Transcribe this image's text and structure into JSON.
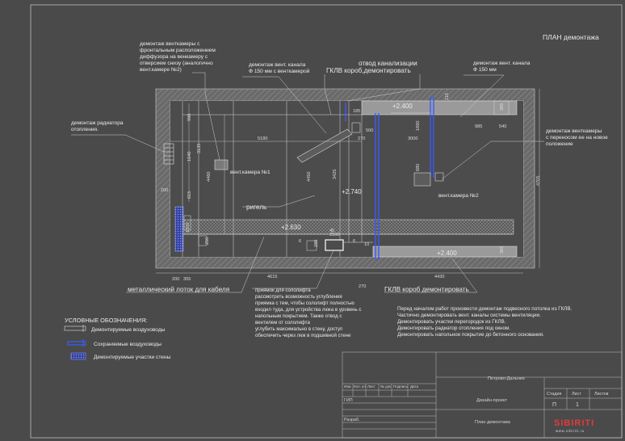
{
  "title": "ПЛАН демонтажа",
  "notes": {
    "vent_front_lines": [
      "демонтаж венткамеры с",
      "фронтальным расположением",
      "диффузора на венкамеру с",
      "отверсием снизу (аналогично",
      "вент.камере №2)"
    ],
    "vent_channel_1_lines": [
      "демонтаж вент. канала",
      "Ф 150 мм  с венткамерой"
    ],
    "sewer_outlet": "отвод канализации",
    "gklv_box_top": "ГКЛВ короб,демонтировать",
    "vent_channel_2_lines": [
      "демонтаж вент. канала",
      "Ф 150 мм"
    ],
    "radiator_lines": [
      "демонтаж радиатора",
      "отопления."
    ],
    "vent_move_lines": [
      "демонтаж венткамеры",
      "с переносом ее на новое",
      "положение"
    ],
    "beam": "ригель",
    "vent_chamber_1": "вент.камера №1",
    "vent_chamber_2": "вент.камера №2",
    "metal_tray": "металлический лоток для кабеля",
    "gklv_box_bottom": "ГКЛВ короб демонтировать",
    "sololift_lines": [
      "приямок для сололифта",
      "рассмотреть возможность углубления",
      "приямка с тем, чтобы сололифт полностью",
      "входил туда, для устройства люка в уровень с",
      "напольным покрытием. Также отвод с",
      "вентилем от сололифта",
      "углубить максимально в стену, доступ",
      "обеспечить через люк в подшивной стене"
    ],
    "general_lines": [
      "Перед началом работ произвести демонтаж подвесного потолка из ГКЛВ.",
      "Частично демонтировать вент. каналы системы вентиляции.",
      "Демонтировать участки перегородок из ГКЛВ.",
      "Демонтировать радиатор отопления под окном.",
      "Демонтировать напольное покрытие до бетонного основания."
    ]
  },
  "elevations": {
    "e1": "+2.400",
    "e2": "+2.740",
    "e3": "+2.630",
    "e4": "+2.400"
  },
  "dimensions": {
    "d5180": "5180",
    "d3000": "3000",
    "d4615": "4615",
    "d4430": "4430",
    "d4705": "4705",
    "d4460": "4460",
    "d4450": "4450",
    "d3425": "3425",
    "d3135": "3135",
    "d1640": "1640",
    "d990": "990",
    "d615": "615",
    "d1660": "1660",
    "d680": "680",
    "d985": "985",
    "d540": "540",
    "d385": "385",
    "d365": "365",
    "d185": "185",
    "d500": "500",
    "d270a": "270",
    "d270b": "270",
    "d200": "200",
    "d250": "250",
    "d280": "280",
    "d115": "115",
    "d1300": "1300",
    "d200b": "200",
    "d355": "355",
    "d6a": "6",
    "d6b": "6",
    "d2560": "2560",
    "d45": "45",
    "d10": "10"
  },
  "legend": {
    "heading": "УСЛОВНЫЕ ОБОЗНАЧЕНИЯ:",
    "demolish_duct": "Демонтируемые воздуховоды",
    "keep_duct": "Сохраняемые воздуховоды",
    "demolish_wall": "Демонтируемые участки стены"
  },
  "title_block": {
    "headers": [
      "Изм.",
      "Кол. уч",
      "Лист",
      "№ док",
      "Подпись",
      "Дата"
    ],
    "gip": "ГИП",
    "developer": "Разраб.",
    "object": "Петрово-Дальнее",
    "project": "Дизайн-проект",
    "sheet_name": "План демонтажа",
    "stage_h": "Стадия",
    "sheet_h": "Лист",
    "sheets_h": "Листов",
    "stage": "П",
    "sheet": "1",
    "brand": "SIBIRITI",
    "brand_url": "www.sibiriti.ru"
  },
  "colors": {
    "background": "#4a4a4a",
    "demolished_duct": "#3a5cff",
    "wall_hatch": "#8a8a8a",
    "brand_red": "#e23b3b"
  }
}
